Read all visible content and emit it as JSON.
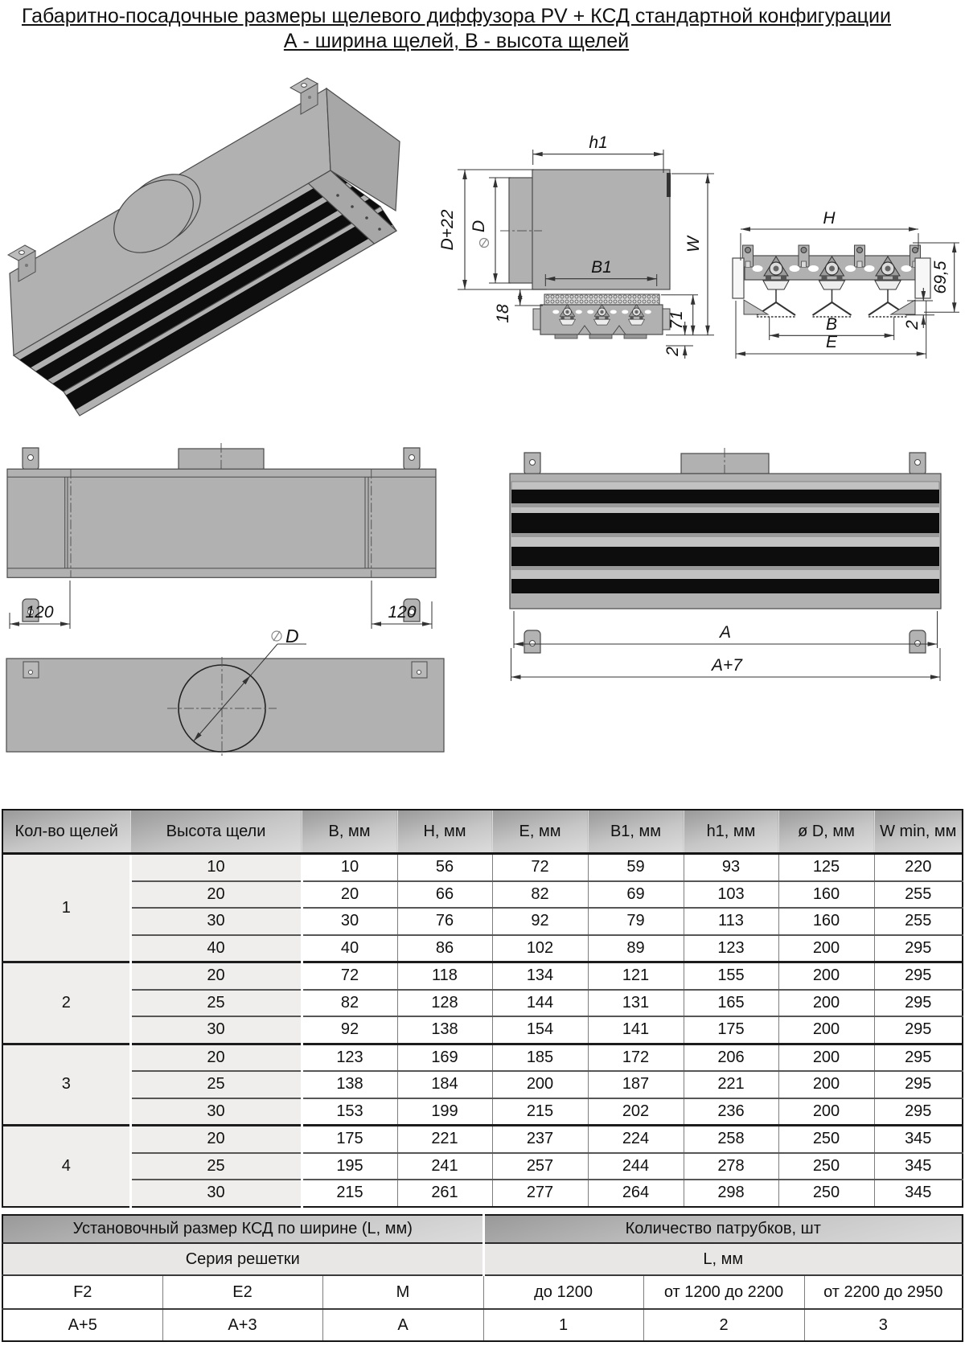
{
  "title": {
    "line1": "Габаритно-посадочные размеры щелевого диффузора PV + КСД стандартной конфигурации",
    "line2": "А - ширина щелей, В - высота щелей"
  },
  "drawings": {
    "section_dims": {
      "h1": "h1",
      "d_plus_22": "D+22",
      "dia_d": "D",
      "d18": "18",
      "b1": "B1",
      "d71": "71",
      "d2": "2",
      "w": "W"
    },
    "front_dims": {
      "h": "H",
      "height_69_5": "69,5",
      "b": "B",
      "e": "E",
      "d2": "2"
    },
    "side_dims": {
      "left_120": "120",
      "right_120": "120"
    },
    "bottom_dims": {
      "a": "A",
      "a_plus_7": "A+7"
    },
    "top_dims": {
      "dia_d": "D"
    }
  },
  "main_table": {
    "headers": [
      "Кол-во щелей",
      "Высота щели",
      "B, мм",
      "H, мм",
      "E, мм",
      "B1, мм",
      "h1, мм",
      "ø D, мм",
      "W min, мм"
    ],
    "groups": [
      {
        "slots": "1",
        "rows": [
          [
            "10",
            "10",
            "56",
            "72",
            "59",
            "93",
            "125",
            "220"
          ],
          [
            "20",
            "20",
            "66",
            "82",
            "69",
            "103",
            "160",
            "255"
          ],
          [
            "30",
            "30",
            "76",
            "92",
            "79",
            "113",
            "160",
            "255"
          ],
          [
            "40",
            "40",
            "86",
            "102",
            "89",
            "123",
            "200",
            "295"
          ]
        ]
      },
      {
        "slots": "2",
        "rows": [
          [
            "20",
            "72",
            "118",
            "134",
            "121",
            "155",
            "200",
            "295"
          ],
          [
            "25",
            "82",
            "128",
            "144",
            "131",
            "165",
            "200",
            "295"
          ],
          [
            "30",
            "92",
            "138",
            "154",
            "141",
            "175",
            "200",
            "295"
          ]
        ]
      },
      {
        "slots": "3",
        "rows": [
          [
            "20",
            "123",
            "169",
            "185",
            "172",
            "206",
            "200",
            "295"
          ],
          [
            "25",
            "138",
            "184",
            "200",
            "187",
            "221",
            "200",
            "295"
          ],
          [
            "30",
            "153",
            "199",
            "215",
            "202",
            "236",
            "200",
            "295"
          ]
        ]
      },
      {
        "slots": "4",
        "rows": [
          [
            "20",
            "175",
            "221",
            "237",
            "224",
            "258",
            "250",
            "345"
          ],
          [
            "25",
            "195",
            "241",
            "257",
            "244",
            "278",
            "250",
            "345"
          ],
          [
            "30",
            "215",
            "261",
            "277",
            "264",
            "298",
            "250",
            "345"
          ]
        ]
      }
    ]
  },
  "bottom_table": {
    "header_left": "Установочный размер КСД по ширине (L, мм)",
    "header_right": "Количество патрубков, шт",
    "sub_left": "Серия решетки",
    "sub_right": "L, мм",
    "series": [
      "F2",
      "E2",
      "М"
    ],
    "ranges": [
      "до 1200",
      "от 1200 до 2200",
      "от 2200 до 2950"
    ],
    "series_values": [
      "А+5",
      "А+3",
      "А"
    ],
    "range_values": [
      "1",
      "2",
      "3"
    ]
  }
}
